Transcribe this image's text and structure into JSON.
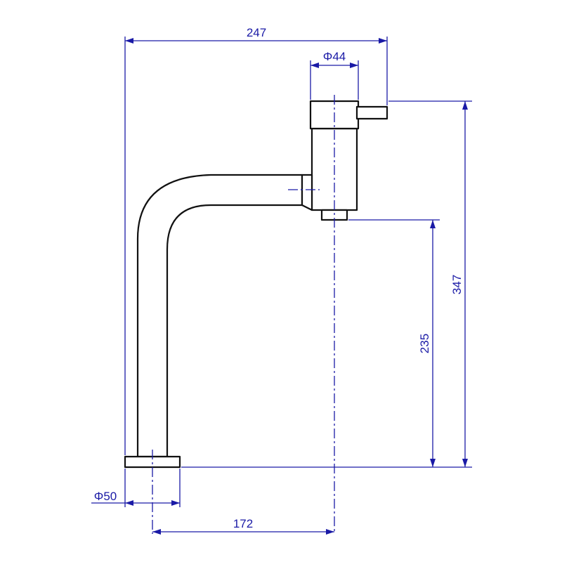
{
  "colors": {
    "line": "#111111",
    "dimension": "#1a1aa6",
    "background": "#ffffff"
  },
  "dimensions": {
    "overall_width": "247",
    "handle_diameter": "Φ44",
    "overall_height": "347",
    "spout_height": "235",
    "base_diameter": "Φ50",
    "spout_reach": "172"
  }
}
